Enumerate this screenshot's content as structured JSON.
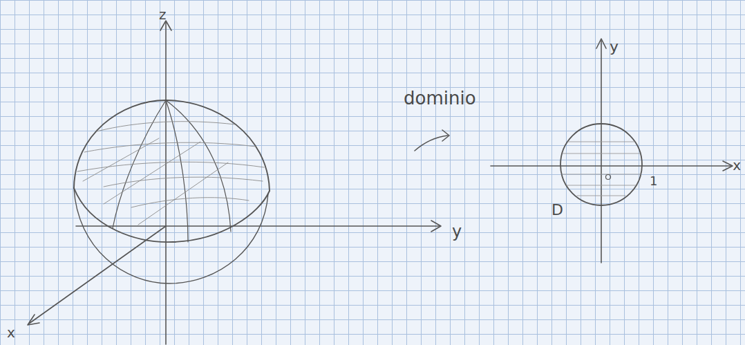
{
  "diagram": {
    "labels": [
      "z",
      "y",
      "x",
      "dominio",
      "y",
      "x",
      "1",
      "D"
    ]
  }
}
